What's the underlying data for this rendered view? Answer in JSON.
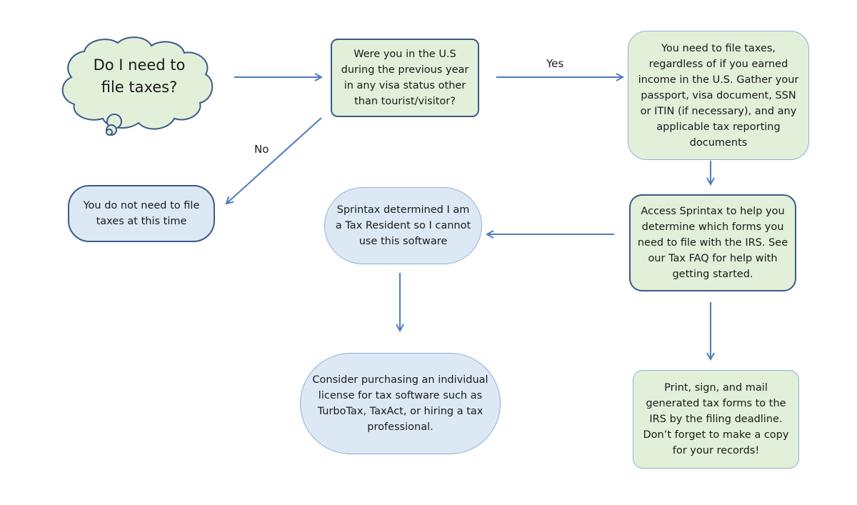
{
  "start": {
    "text": "Do I need to\nfile taxes?"
  },
  "question": {
    "text": "Were you in the U.S\nduring the previous year\nin any visa status other\nthan tourist/visitor?"
  },
  "yes_label": "Yes",
  "no_label": "No",
  "file_taxes": {
    "text": "You need to file taxes,\nregardless of if you earned\nincome in the U.S. Gather your\npassport, visa document, SSN\nor ITIN (if necessary), and any\napplicable tax reporting\ndocuments"
  },
  "no_need": {
    "text": "You do not need to file\ntaxes at this time"
  },
  "sprintax": {
    "text": "Access Sprintax to help you\ndetermine which forms you\nneed to file with the IRS. See\nour Tax FAQ for help with\ngetting started."
  },
  "resident": {
    "text": "Sprintax determined I am\na Tax Resident so I cannot\nuse this software"
  },
  "consider": {
    "text": "Consider purchasing an individual\nlicense for tax software such as\nTurboTax, TaxAct, or hiring a tax\nprofessional."
  },
  "print": {
    "text": "Print, sign, and mail\ngenerated tax forms to the\nIRS by the filing deadline.\nDon’t forget to make a copy\nfor your records!"
  },
  "colors": {
    "arrow": "#4f7bbf",
    "green_fill": "#e2efd9",
    "blue_fill": "#dce9f5",
    "cloud_fill": "#e2efd9",
    "border_dark": "#3b5a8a"
  }
}
